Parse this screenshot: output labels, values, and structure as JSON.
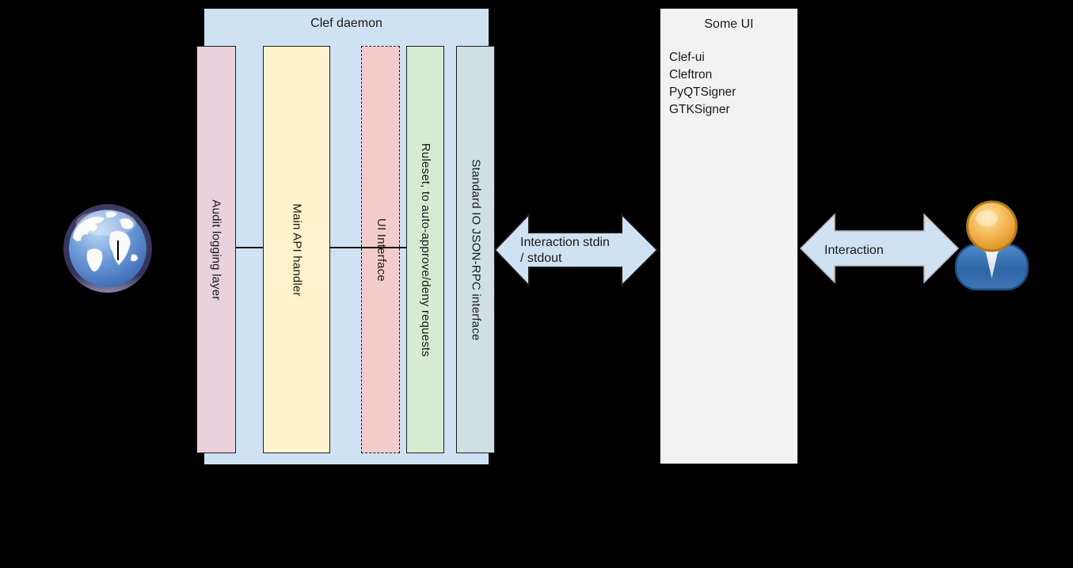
{
  "background_color": "#000000",
  "clef_daemon": {
    "title": "Clef daemon",
    "fill": "#cfe2f3",
    "bars": [
      {
        "label": "Audit logging layer",
        "fill": "#ead1dc"
      },
      {
        "label": "Main API handler",
        "fill": "#fff2cc"
      },
      {
        "label": "UI Interface",
        "fill": "#f4cccc"
      },
      {
        "label": "Ruleset, to auto-approve/deny requests",
        "fill": "#d9ead3"
      },
      {
        "label": "Standard IO JSON-RPC interface",
        "fill": "#d0e0e3"
      }
    ]
  },
  "stdio_arrow": {
    "line1": "Interaction stdin",
    "line2": "/ stdout",
    "fill": "#cfe2f3"
  },
  "some_ui": {
    "title": "Some UI",
    "fill": "#f2f2f2",
    "items": [
      "Clef-ui",
      "Cleftron",
      "PyQTSigner",
      "GTKSigner"
    ]
  },
  "user_arrow": {
    "label": "Interaction",
    "fill": "#cfe2f3"
  },
  "icons": {
    "globe": "globe-icon",
    "user": "user-icon"
  }
}
